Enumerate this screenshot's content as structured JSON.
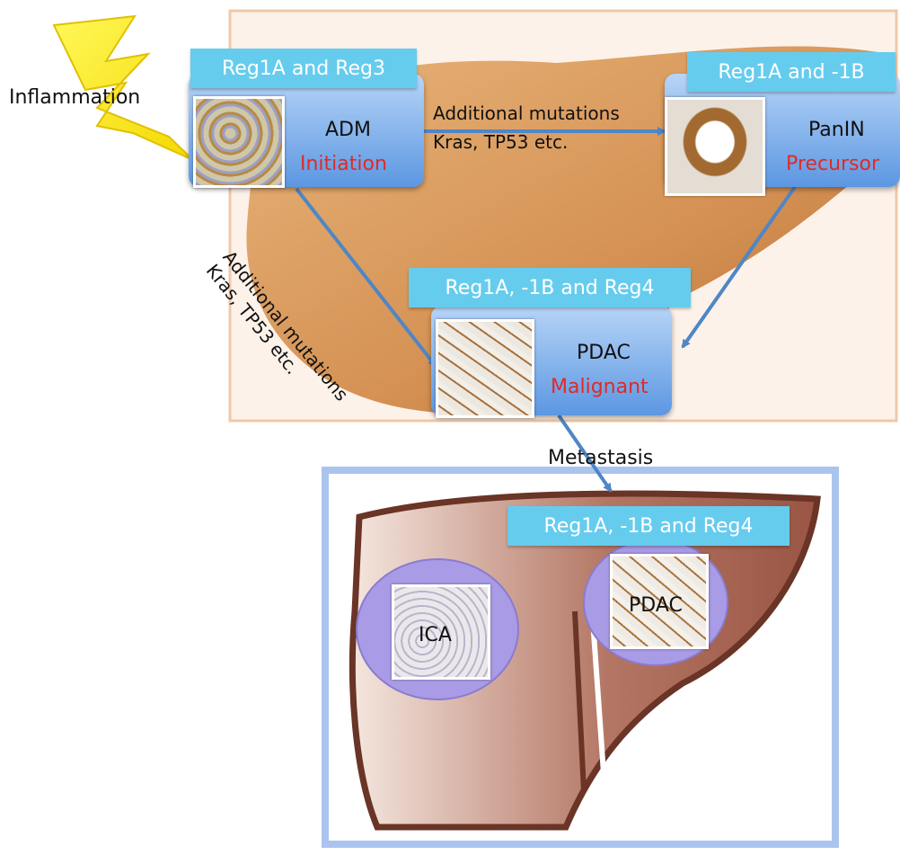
{
  "inflammation_label": "Inflammation",
  "stages": {
    "adm": {
      "header": "Reg1A and Reg3",
      "name": "ADM",
      "role": "Initiation"
    },
    "panin": {
      "header": "Reg1A and -1B",
      "name": "PanIN",
      "role": "Precursor"
    },
    "pdac": {
      "header": "Reg1A, -1B and Reg4",
      "name": "PDAC",
      "role": "Malignant"
    }
  },
  "arrows": {
    "adm_to_panin": {
      "line1": "Additional mutations",
      "line2": "Kras, TP53 etc."
    },
    "adm_to_pdac": {
      "line1": "Additional mutations",
      "line2": "Kras, TP53 etc."
    },
    "metastasis": "Metastasis"
  },
  "liver": {
    "header": "Reg1A, -1B and Reg4",
    "ica_label": "ICA",
    "pdac_label": "PDAC"
  },
  "colors": {
    "header_fill": "#66ccee",
    "node_fill": "#6ea3e6",
    "arrow": "#4f86c6",
    "red_text": "#e02a26",
    "lightning": "#ffee00",
    "pancreas": "#d99a5e",
    "liver": "#9c5a48",
    "tumor": "#a99be6"
  }
}
